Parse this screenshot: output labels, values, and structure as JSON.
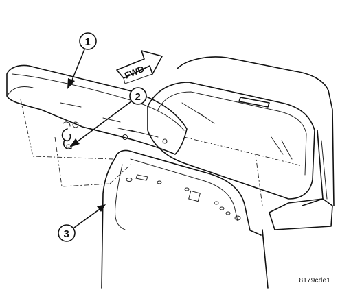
{
  "callouts": [
    {
      "label": "1"
    },
    {
      "label": "2"
    },
    {
      "label": "3"
    }
  ],
  "direction_arrow": {
    "label": "FWD"
  },
  "figure_id": "8179cde1"
}
